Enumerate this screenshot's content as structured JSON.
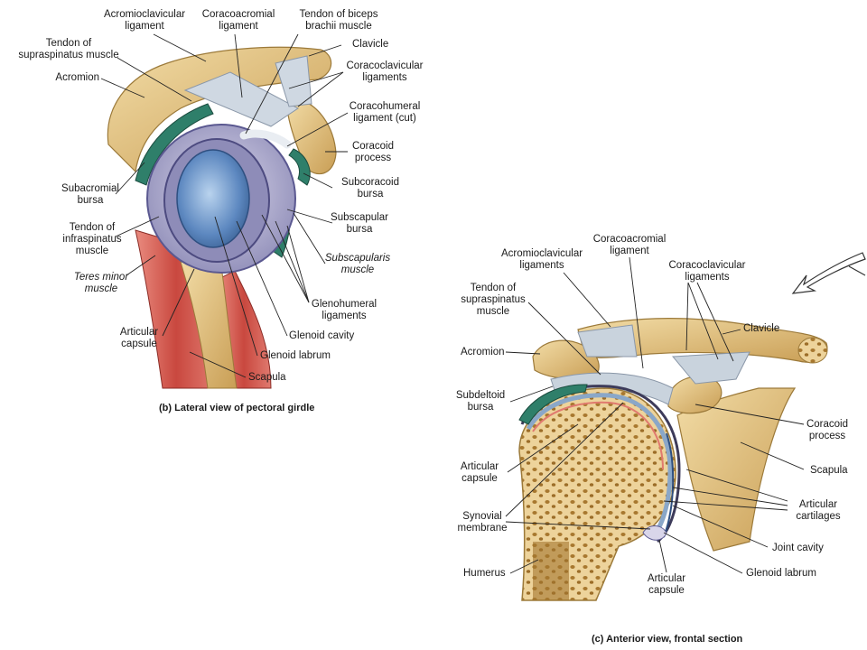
{
  "lateral": {
    "caption": "(b) Lateral view of pectoral girdle",
    "labels": {
      "acromioclavicular_ligament": "Acromioclavicular\nligament",
      "coracoacromial_ligament": "Coracoacromial\nligament",
      "tendon_biceps": "Tendon of biceps\nbrachii muscle",
      "tendon_supraspinatus": "Tendon of\nsupraspinatus muscle",
      "clavicle": "Clavicle",
      "acromion": "Acromion",
      "coracoclavicular_ligaments": "Coracoclavicular\nligaments",
      "coracohumeral_ligament": "Coracohumeral\nligament (cut)",
      "coracoid_process": "Coracoid\nprocess",
      "subacromial_bursa": "Subacromial\nbursa",
      "subcoracoid_bursa": "Subcoracoid\nbursa",
      "tendon_infraspinatus": "Tendon of\ninfraspinatus\nmuscle",
      "subscapular_bursa": "Subscapular\nbursa",
      "subscapularis_muscle": "Subscapularis\nmuscle",
      "teres_minor_muscle": "Teres minor\nmuscle",
      "glenohumeral_ligaments": "Glenohumeral\nligaments",
      "articular_capsule": "Articular\ncapsule",
      "glenoid_cavity": "Glenoid cavity",
      "glenoid_labrum": "Glenoid labrum",
      "scapula": "Scapula"
    }
  },
  "anterior": {
    "caption": "(c) Anterior view, frontal section",
    "labels": {
      "coracoacromial_ligament": "Coracoacromial\nligament",
      "acromioclavicular_ligaments": "Acromioclavicular\nligaments",
      "coracoclavicular_ligaments": "Coracoclavicular\nligaments",
      "tendon_supraspinatus": "Tendon of\nsupraspinatus\nmuscle",
      "clavicle": "Clavicle",
      "acromion": "Acromion",
      "subdeltoid_bursa": "Subdeltoid\nbursa",
      "coracoid_process": "Coracoid\nprocess",
      "scapula": "Scapula",
      "articular_capsule_upper": "Articular\ncapsule",
      "articular_cartilages": "Articular\ncartilages",
      "synovial_membrane": "Synovial\nmembrane",
      "joint_cavity": "Joint cavity",
      "humerus": "Humerus",
      "glenoid_labrum": "Glenoid labrum",
      "articular_capsule_lower": "Articular\ncapsule"
    }
  },
  "colors": {
    "bone": "#e7c98a",
    "bone_dark": "#c9a15c",
    "ligament": "#c9d3dd",
    "bursa": "#2f7f6a",
    "cartilage": "#8aa7c8",
    "muscle": "#c9483f",
    "capsule": "#7d7fa6"
  }
}
